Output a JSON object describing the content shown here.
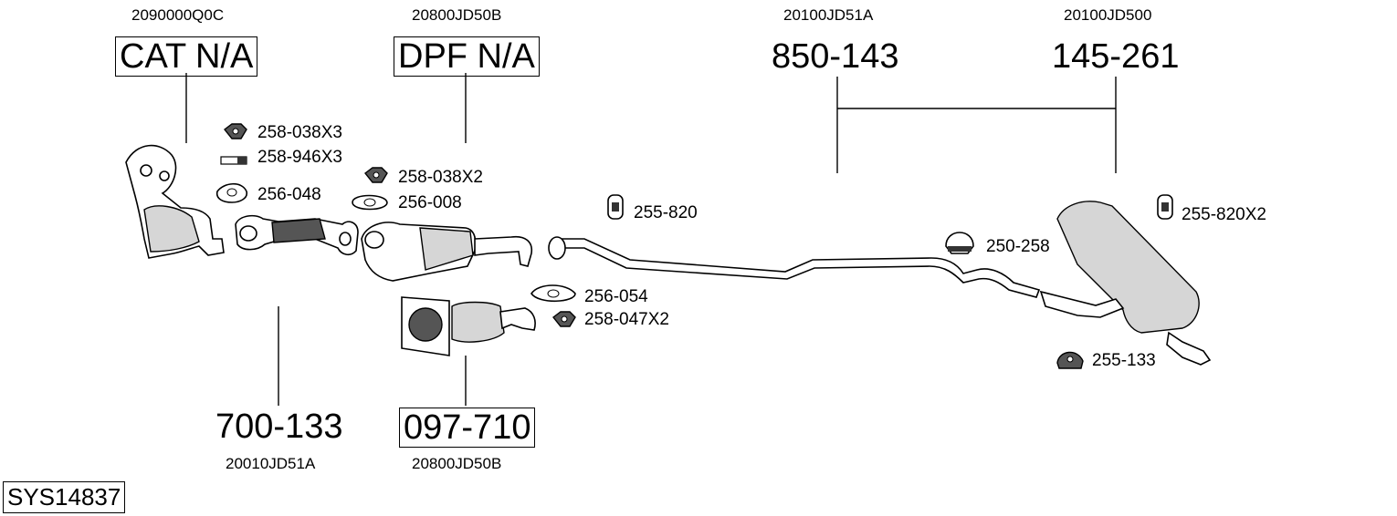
{
  "system_id": "SYS14837",
  "top_oem": {
    "cat": "2090000Q0C",
    "dpf": "20800JD50B",
    "middle": "20100JD51A",
    "rear": "20100JD500"
  },
  "top_parts": {
    "cat": "CAT N/A",
    "dpf": "DPF N/A",
    "middle": "850-143",
    "rear": "145-261"
  },
  "bottom_parts": {
    "front_pipe": "700-133",
    "dpf_alt": "097-710"
  },
  "bottom_oem": {
    "front_pipe": "20010JD51A",
    "dpf_alt": "20800JD50B"
  },
  "accessories": {
    "nut_a": "258-038X3",
    "bolt_a": "258-946X3",
    "gasket_a": "256-048",
    "nut_b": "258-038X2",
    "gasket_b": "256-008",
    "hanger_a": "255-820",
    "gasket_c": "256-054",
    "nut_c": "258-047X2",
    "clamp": "250-258",
    "hanger_b": "255-820X2",
    "hanger_c": "255-133"
  }
}
